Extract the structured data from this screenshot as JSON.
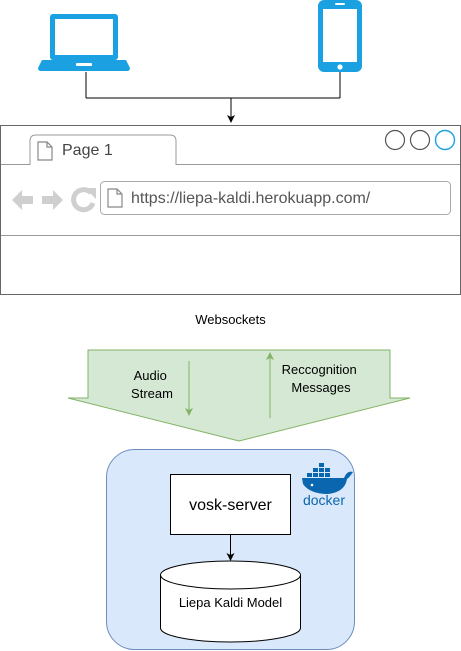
{
  "devices": {
    "laptop": {
      "icon": "laptop-icon"
    },
    "phone": {
      "icon": "smartphone-icon"
    }
  },
  "browser": {
    "tab_label": "Page 1",
    "url": "https://liepa-kaldi.herokuapp.com/",
    "icons": [
      "back-arrow-icon",
      "forward-arrow-icon",
      "reload-icon",
      "page-icon"
    ]
  },
  "connection": {
    "title": "Websockets",
    "audio_stream": [
      "Audio",
      "Stream"
    ],
    "recognition_messages": [
      "Reccognition",
      "Messages"
    ]
  },
  "container": {
    "server_label": "vosk-server",
    "model_label": "Liepa Kaldi Model",
    "docker_label": "docker"
  },
  "colors": {
    "device_blue": "#1BA1E2",
    "container_fill": "#dae8fc",
    "container_stroke": "#6c8ebf",
    "arrow_fill": "#d5e8d4",
    "arrow_stroke": "#82b366",
    "docker_blue": "#0b66b0",
    "window_btn_accent": "#1BA1E2"
  }
}
